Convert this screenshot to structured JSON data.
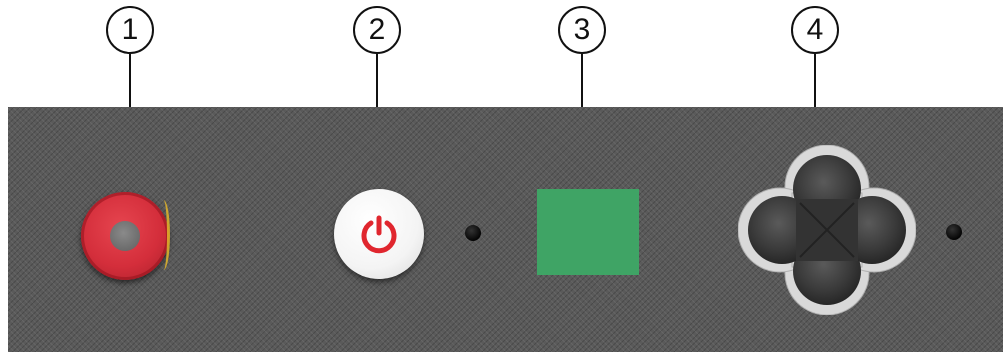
{
  "callouts": [
    {
      "label": "1",
      "target": "emergency-stop-button"
    },
    {
      "label": "2",
      "target": "power-button"
    },
    {
      "label": "3",
      "target": "status-light"
    },
    {
      "label": "4",
      "target": "joystick"
    }
  ],
  "icons": {
    "power": "power-icon"
  },
  "colors": {
    "panel": "#5a5a5a",
    "emergency_stop": "#d42e3b",
    "power_icon": "#e0262e",
    "status_light": "#3fa465",
    "joystick": "#3b3b3b",
    "callout_line": "#111111"
  }
}
